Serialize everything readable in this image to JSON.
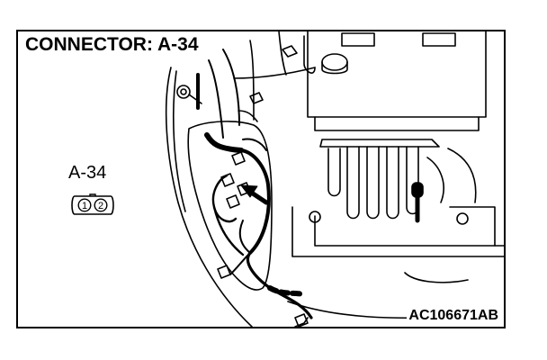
{
  "diagram": {
    "title": "CONNECTOR: A-34",
    "connector": {
      "name": "A-34",
      "pins": [
        "1",
        "2"
      ]
    },
    "reference_code": "AC106671AB"
  }
}
